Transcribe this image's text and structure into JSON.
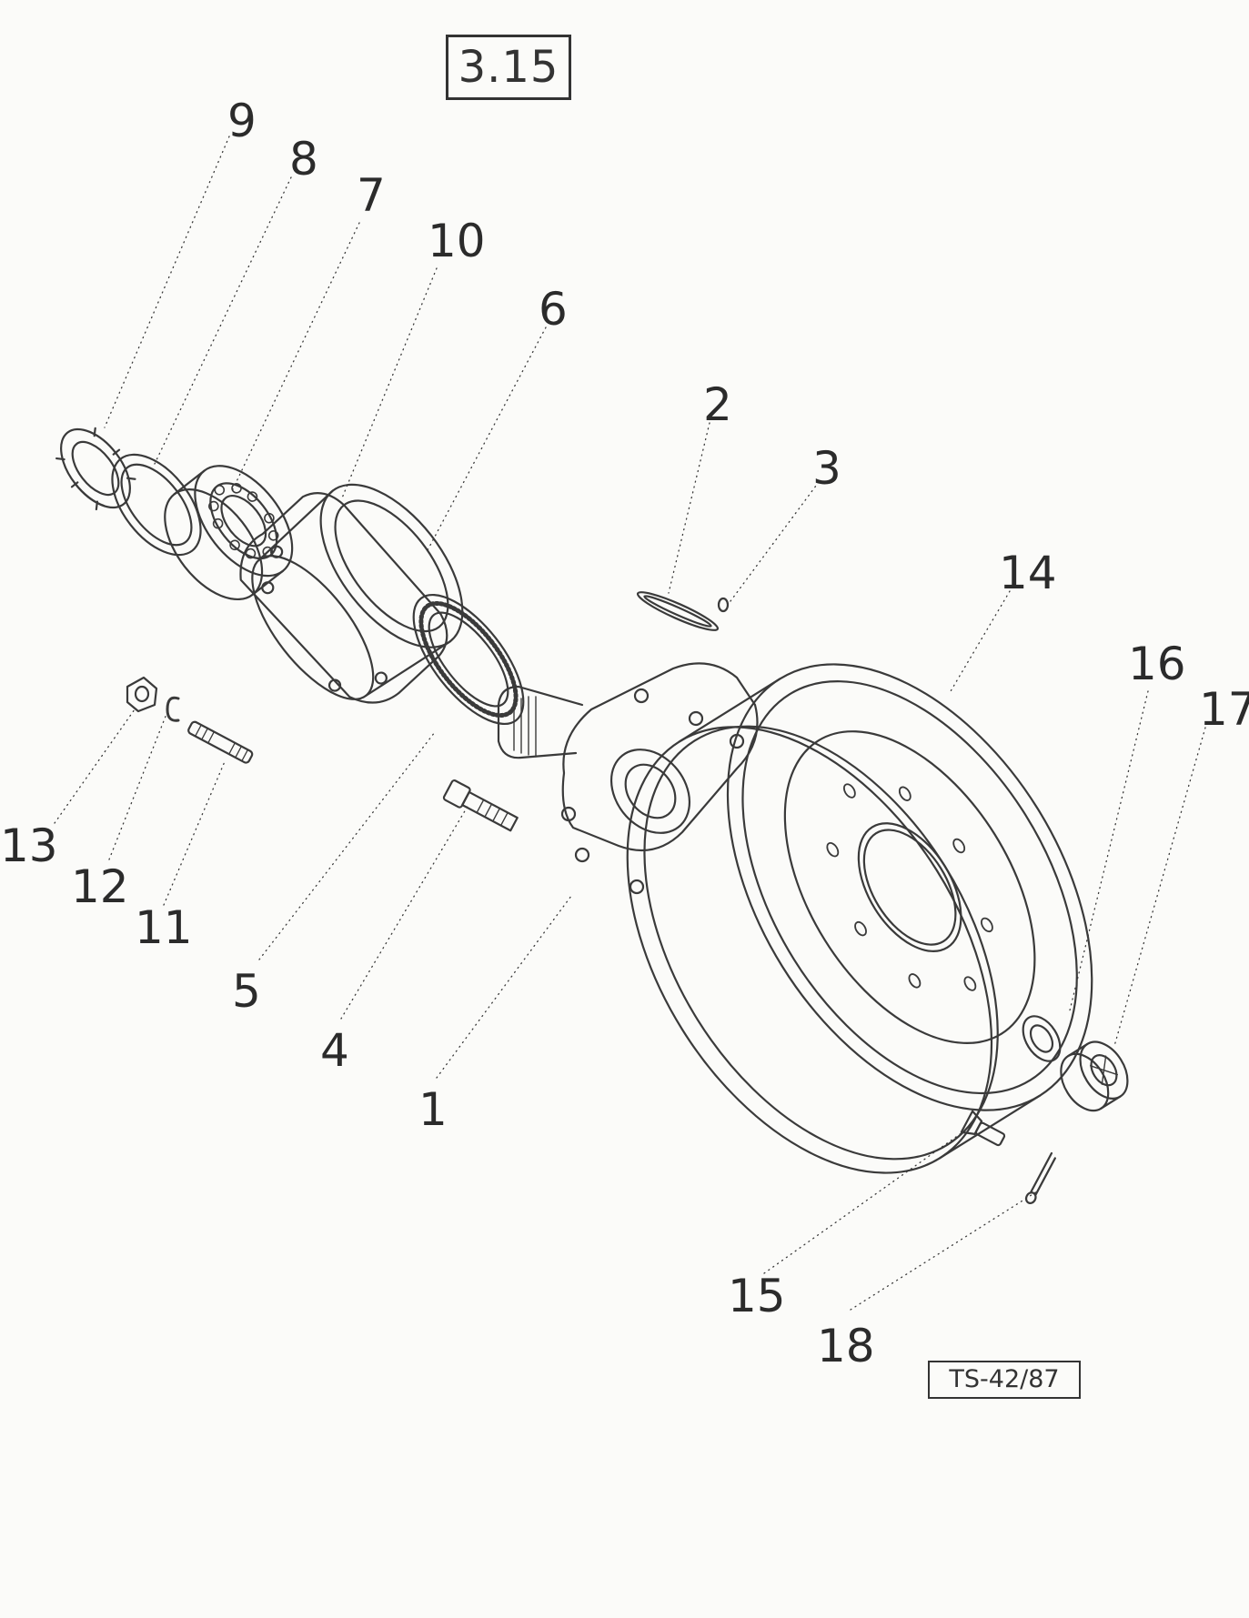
{
  "figure": {
    "number": "3.15",
    "reference": "TS-42/87"
  },
  "callouts": [
    {
      "id": "c9",
      "label": "9"
    },
    {
      "id": "c8",
      "label": "8"
    },
    {
      "id": "c7",
      "label": "7"
    },
    {
      "id": "c10",
      "label": "10"
    },
    {
      "id": "c6",
      "label": "6"
    },
    {
      "id": "c2",
      "label": "2"
    },
    {
      "id": "c3",
      "label": "3"
    },
    {
      "id": "c14",
      "label": "14"
    },
    {
      "id": "c16",
      "label": "16"
    },
    {
      "id": "c17",
      "label": "17"
    },
    {
      "id": "c13",
      "label": "13"
    },
    {
      "id": "c12",
      "label": "12"
    },
    {
      "id": "c11",
      "label": "11"
    },
    {
      "id": "c5",
      "label": "5"
    },
    {
      "id": "c4",
      "label": "4"
    },
    {
      "id": "c1",
      "label": "1"
    },
    {
      "id": "c15",
      "label": "15"
    },
    {
      "id": "c18",
      "label": "18"
    }
  ]
}
